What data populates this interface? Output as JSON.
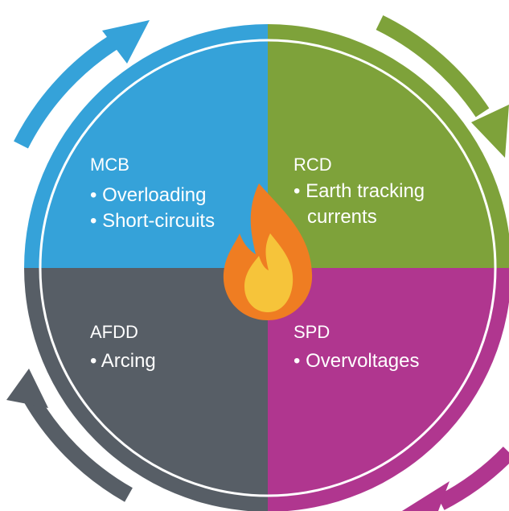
{
  "quadrants": [
    {
      "id": "mcb",
      "title": "MCB",
      "lines": [
        "• Overloading",
        "• Short-circuits"
      ],
      "color": "#35a2d9"
    },
    {
      "id": "rcd",
      "title": "RCD",
      "lines": [
        "• Earth tracking",
        "currents"
      ],
      "color": "#7ea23a"
    },
    {
      "id": "afdd",
      "title": "AFDD",
      "lines": [
        "• Arcing"
      ],
      "color": "#575e66"
    },
    {
      "id": "spd",
      "title": "SPD",
      "lines": [
        "• Overvoltages"
      ],
      "color": "#b0368f"
    }
  ],
  "center_icon": "fire-icon",
  "cycle_arrows": [
    "arrow-icon",
    "arrow-icon",
    "arrow-icon",
    "arrow-icon"
  ],
  "colors": {
    "ring": "#ffffff",
    "flame_outer": "#ef7d22",
    "flame_inner": "#f6c43a"
  }
}
